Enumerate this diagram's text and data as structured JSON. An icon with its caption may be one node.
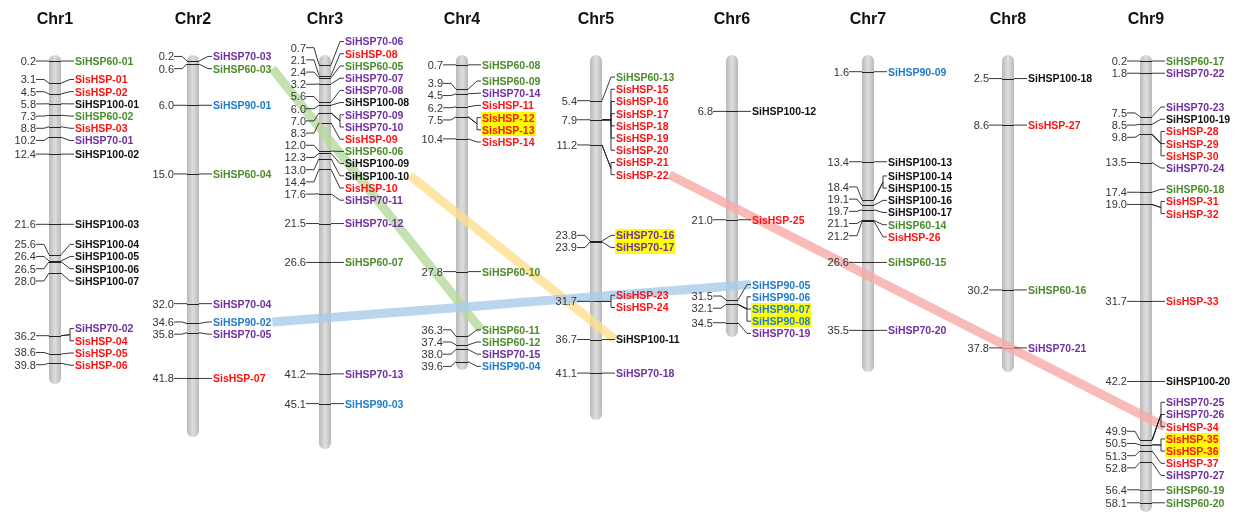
{
  "diagram": {
    "nodes": [
      {
        "text": [
          "Chr1"
        ]
      },
      {
        "text": [
          "SiHSP60-01"
        ]
      },
      {
        "text": [
          "SisHSP-01"
        ]
      },
      {
        "text": [
          "SisHSP-02"
        ]
      },
      {
        "text": [
          "SiHSP100-01"
        ]
      },
      {
        "text": [
          "SiHSP60-02"
        ]
      },
      {
        "text": [
          "SisHSP-03"
        ]
      },
      {
        "text": [
          "SiHSP70-01"
        ]
      },
      {
        "text": [
          "SiHSP100-02"
        ]
      },
      {
        "text": [
          "SiHSP100-03"
        ]
      },
      {
        "text": [
          "SiHSP100-04"
        ]
      },
      {
        "text": [
          "SiHSP100-05"
        ]
      },
      {
        "text": [
          "SiHSP100-06"
        ]
      },
      {
        "text": [
          "SiHSP100-07"
        ]
      },
      {
        "text": [
          "SiHSP70-02"
        ]
      },
      {
        "text": [
          "SisHSP-04"
        ]
      },
      {
        "text": [
          "SisHSP-05"
        ]
      },
      {
        "text": [
          "SisHSP-06"
        ]
      },
      {
        "text": [
          "Chr2"
        ]
      },
      {
        "text": [
          "SiHSP70-03"
        ]
      },
      {
        "text": [
          "SiHSP60-03"
        ]
      },
      {
        "text": [
          "SiHSP90-01"
        ]
      },
      {
        "text": [
          "SiHSP60-04"
        ]
      },
      {
        "text": [
          "SiHSP70-04"
        ]
      },
      {
        "text": [
          "SiHSP90-02"
        ]
      },
      {
        "text": [
          "SiHSP70-05"
        ]
      },
      {
        "text": [
          "SisHSP-07"
        ]
      },
      {
        "text": [
          "Chr3"
        ]
      },
      {
        "text": [
          "SiHSP70-06"
        ]
      },
      {
        "text": [
          "SisHSP-08"
        ]
      },
      {
        "text": [
          "SiHSP60-05"
        ]
      },
      {
        "text": [
          "SiHSP70-07"
        ]
      },
      {
        "text": [
          "SiHSP70-08"
        ]
      },
      {
        "text": [
          "SiHSP100-08"
        ]
      },
      {
        "text": [
          "SiHSP70-09"
        ]
      },
      {
        "text": [
          "SiHSP70-10"
        ]
      },
      {
        "text": [
          "SisHSP-09"
        ]
      },
      {
        "text": [
          "SiHSP60-06"
        ]
      },
      {
        "text": [
          "SiHSP100-09"
        ]
      },
      {
        "text": [
          "SiHSP100-10"
        ]
      },
      {
        "text": [
          "SisHSP-10"
        ]
      },
      {
        "text": [
          "SiHSP70-11"
        ]
      },
      {
        "text": [
          "SiHSP70-12"
        ]
      },
      {
        "text": [
          "SiHSP60-07"
        ]
      },
      {
        "text": [
          "SiHSP70-13"
        ]
      },
      {
        "text": [
          "SiHSP90-03"
        ]
      },
      {
        "text": [
          "Chr4"
        ]
      },
      {
        "text": [
          "SiHSP60-08"
        ]
      },
      {
        "text": [
          "SiHSP60-09"
        ]
      },
      {
        "text": [
          "SiHSP70-14"
        ]
      },
      {
        "text": [
          "SisHSP-11"
        ]
      },
      {
        "text": [
          "SisHSP-12"
        ]
      },
      {
        "text": [
          "SisHSP-13"
        ]
      },
      {
        "text": [
          "SisHSP-14"
        ]
      },
      {
        "text": [
          "SiHSP60-10"
        ]
      },
      {
        "text": [
          "SiHSP60-11"
        ]
      },
      {
        "text": [
          "SiHSP60-12"
        ]
      },
      {
        "text": [
          "SiHSP70-15"
        ]
      },
      {
        "text": [
          "SiHSP90-04"
        ]
      },
      {
        "text": [
          "Chr5"
        ]
      },
      {
        "text": [
          "SiHSP60-13"
        ]
      },
      {
        "text": [
          "SisHSP-15"
        ]
      },
      {
        "text": [
          "SisHSP-16"
        ]
      },
      {
        "text": [
          "SisHSP-17"
        ]
      },
      {
        "text": [
          "SisHSP-18"
        ]
      },
      {
        "text": [
          "SisHSP-19"
        ]
      },
      {
        "text": [
          "SisHSP-20"
        ]
      },
      {
        "text": [
          "SisHSP-21"
        ]
      },
      {
        "text": [
          "SisHSP-22"
        ]
      },
      {
        "text": [
          "SiHSP70-16"
        ]
      },
      {
        "text": [
          "SiHSP70-17"
        ]
      },
      {
        "text": [
          "SisHSP-23"
        ]
      },
      {
        "text": [
          "SisHSP-24"
        ]
      },
      {
        "text": [
          "SiHSP100-11"
        ]
      },
      {
        "text": [
          "SiHSP70-18"
        ]
      },
      {
        "text": [
          "Chr6"
        ]
      },
      {
        "text": [
          "SiHSP100-12"
        ]
      },
      {
        "text": [
          "SisHSP-25"
        ]
      },
      {
        "text": [
          "SiHSP90-05"
        ]
      },
      {
        "text": [
          "SiHSP90-06"
        ]
      },
      {
        "text": [
          "SiHSP90-07"
        ]
      },
      {
        "text": [
          "SiHSP90-08"
        ]
      },
      {
        "text": [
          "SiHSP70-19"
        ]
      },
      {
        "text": [
          "Chr7"
        ]
      },
      {
        "text": [
          "SiHSP90-09"
        ]
      },
      {
        "text": [
          "SiHSP100-13"
        ]
      },
      {
        "text": [
          "SiHSP100-14"
        ]
      },
      {
        "text": [
          "SiHSP100-15"
        ]
      },
      {
        "text": [
          "SiHSP100-16"
        ]
      },
      {
        "text": [
          "SiHSP100-17"
        ]
      },
      {
        "text": [
          "SiHSP60-14"
        ]
      },
      {
        "text": [
          "SisHSP-26"
        ]
      },
      {
        "text": [
          "SiHSP60-15"
        ]
      },
      {
        "text": [
          "SiHSP70-20"
        ]
      },
      {
        "text": [
          "Chr8"
        ]
      },
      {
        "text": [
          "SiHSP100-18"
        ]
      },
      {
        "text": [
          "SisHSP-27"
        ]
      },
      {
        "text": [
          "SiHSP60-16"
        ]
      },
      {
        "text": [
          "SiHSP70-21"
        ]
      },
      {
        "text": [
          "Chr9"
        ]
      },
      {
        "text": [
          "SiHSP60-17"
        ]
      },
      {
        "text": [
          "SiHSP70-22"
        ]
      },
      {
        "text": [
          "SiHSP70-23"
        ]
      },
      {
        "text": [
          "SiHSP100-19"
        ]
      },
      {
        "text": [
          "SisHSP-28"
        ]
      },
      {
        "text": [
          "SisHSP-29"
        ]
      },
      {
        "text": [
          "SisHSP-30"
        ]
      },
      {
        "text": [
          "SiHSP70-24"
        ]
      },
      {
        "text": [
          "SiHSP60-18"
        ]
      },
      {
        "text": [
          "SisHSP-31"
        ]
      },
      {
        "text": [
          "SisHSP-32"
        ]
      },
      {
        "text": [
          "SisHSP-33"
        ]
      },
      {
        "text": [
          "SiHSP100-20"
        ]
      },
      {
        "text": [
          "SiHSP70-25"
        ]
      },
      {
        "text": [
          "SiHSP70-26"
        ]
      },
      {
        "text": [
          "SisHSP-34"
        ]
      },
      {
        "text": [
          "SisHSP-35"
        ]
      },
      {
        "text": [
          "SisHSP-36"
        ]
      },
      {
        "text": [
          "SisHSP-37"
        ]
      },
      {
        "text": [
          "SiHSP70-27"
        ]
      },
      {
        "text": [
          "SiHSP60-19"
        ]
      },
      {
        "text": [
          "SiHSP60-20"
        ]
      },
      {
        "text": [
          "0.2"
        ]
      },
      {
        "text": [
          "3.1"
        ]
      },
      {
        "text": [
          "4.5"
        ]
      },
      {
        "text": [
          "5.8"
        ]
      },
      {
        "text": [
          "7.3"
        ]
      },
      {
        "text": [
          "8.8"
        ]
      },
      {
        "text": [
          "10.2"
        ]
      },
      {
        "text": [
          "12.4"
        ]
      },
      {
        "text": [
          "21.6"
        ]
      },
      {
        "text": [
          "25.6"
        ]
      },
      {
        "text": [
          "26.4"
        ]
      },
      {
        "text": [
          "26.5"
        ]
      },
      {
        "text": [
          "28.0"
        ]
      },
      {
        "text": [
          "36.2"
        ]
      },
      {
        "text": [
          "38.6"
        ]
      },
      {
        "text": [
          "39.8"
        ]
      },
      {
        "text": [
          "0.2"
        ]
      },
      {
        "text": [
          "0.6"
        ]
      },
      {
        "text": [
          "6.0"
        ]
      },
      {
        "text": [
          "15.0"
        ]
      },
      {
        "text": [
          "32.0"
        ]
      },
      {
        "text": [
          "34.6"
        ]
      },
      {
        "text": [
          "35.8"
        ]
      },
      {
        "text": [
          "41.8"
        ]
      },
      {
        "text": [
          "0.7"
        ]
      },
      {
        "text": [
          "2.1"
        ]
      },
      {
        "text": [
          "2.4"
        ]
      },
      {
        "text": [
          "3.2"
        ]
      },
      {
        "text": [
          "5.6"
        ]
      },
      {
        "text": [
          "6.0"
        ]
      },
      {
        "text": [
          "7.0"
        ]
      },
      {
        "text": [
          "8.3"
        ]
      },
      {
        "text": [
          "12.0"
        ]
      },
      {
        "text": [
          "12.3"
        ]
      },
      {
        "text": [
          "13.0"
        ]
      },
      {
        "text": [
          "14.4"
        ]
      },
      {
        "text": [
          "17.6"
        ]
      },
      {
        "text": [
          "21.5"
        ]
      },
      {
        "text": [
          "26.6"
        ]
      },
      {
        "text": [
          "41.2"
        ]
      },
      {
        "text": [
          "45.1"
        ]
      },
      {
        "text": [
          "0.7"
        ]
      },
      {
        "text": [
          "3.9"
        ]
      },
      {
        "text": [
          "4.5"
        ]
      },
      {
        "text": [
          "6.2"
        ]
      },
      {
        "text": [
          "7.5"
        ]
      },
      {
        "text": [
          "10.4"
        ]
      },
      {
        "text": [
          "27.8"
        ]
      },
      {
        "text": [
          "36.3"
        ]
      },
      {
        "text": [
          "37.4"
        ]
      },
      {
        "text": [
          "38.0"
        ]
      },
      {
        "text": [
          "39.6"
        ]
      },
      {
        "text": [
          "5.4"
        ]
      },
      {
        "text": [
          "7.9"
        ]
      },
      {
        "text": [
          "11.2"
        ]
      },
      {
        "text": [
          "23.8"
        ]
      },
      {
        "text": [
          "23.9"
        ]
      },
      {
        "text": [
          "31.7"
        ]
      },
      {
        "text": [
          "36.7"
        ]
      },
      {
        "text": [
          "41.1"
        ]
      },
      {
        "text": [
          "6.8"
        ]
      },
      {
        "text": [
          "21.0"
        ]
      },
      {
        "text": [
          "31.5"
        ]
      },
      {
        "text": [
          "32.1"
        ]
      },
      {
        "text": [
          "34.5"
        ]
      },
      {
        "text": [
          "1.6"
        ]
      },
      {
        "text": [
          "13.4"
        ]
      },
      {
        "text": [
          "18.4"
        ]
      },
      {
        "text": [
          "19.1"
        ]
      },
      {
        "text": [
          "19.7"
        ]
      },
      {
        "text": [
          "21.1"
        ]
      },
      {
        "text": [
          "21.2"
        ]
      },
      {
        "text": [
          "26.6"
        ]
      },
      {
        "text": [
          "35.5"
        ]
      },
      {
        "text": [
          "2.5"
        ]
      },
      {
        "text": [
          "8.6"
        ]
      },
      {
        "text": [
          "30.2"
        ]
      },
      {
        "text": [
          "37.8"
        ]
      },
      {
        "text": [
          "0.2"
        ]
      },
      {
        "text": [
          "1.8"
        ]
      },
      {
        "text": [
          "7.5"
        ]
      },
      {
        "text": [
          "8.5"
        ]
      },
      {
        "text": [
          "9.8"
        ]
      },
      {
        "text": [
          "13.5"
        ]
      },
      {
        "text": [
          "17.4"
        ]
      },
      {
        "text": [
          "19.0"
        ]
      },
      {
        "text": [
          "31.7"
        ]
      },
      {
        "text": [
          "42.2"
        ]
      },
      {
        "text": [
          "49.9"
        ]
      },
      {
        "text": [
          "50.5"
        ]
      },
      {
        "text": [
          "51.3"
        ]
      },
      {
        "text": [
          "52.8"
        ]
      },
      {
        "text": [
          "56.4"
        ]
      },
      {
        "text": [
          "58.1"
        ]
      }
    ],
    "edges": [
      {
        "from": 20,
        "to": 55,
        "arrow": "none",
        "style": "thick",
        "color": "#b5d99c"
      },
      {
        "from": 39,
        "to": 73,
        "arrow": "none",
        "style": "thick",
        "color": "#fde08f"
      },
      {
        "from": 24,
        "to": 78,
        "arrow": "none",
        "style": "thick",
        "color": "#a9cbea"
      },
      {
        "from": 68,
        "to": 115,
        "arrow": "none",
        "style": "thick",
        "color": "#f7a9a9"
      },
      {
        "from": 1,
        "to": 0,
        "arrow": "none"
      },
      {
        "from": 2,
        "to": 0,
        "arrow": "none"
      },
      {
        "from": 3,
        "to": 0,
        "arrow": "none"
      },
      {
        "from": 4,
        "to": 0,
        "arrow": "none"
      },
      {
        "from": 5,
        "to": 0,
        "arrow": "none"
      },
      {
        "from": 6,
        "to": 0,
        "arrow": "none"
      },
      {
        "from": 7,
        "to": 0,
        "arrow": "none"
      },
      {
        "from": 8,
        "to": 0,
        "arrow": "none"
      },
      {
        "from": 9,
        "to": 0,
        "arrow": "none"
      },
      {
        "from": 10,
        "to": 0,
        "arrow": "none"
      },
      {
        "from": 11,
        "to": 0,
        "arrow": "none"
      },
      {
        "from": 12,
        "to": 0,
        "arrow": "none"
      },
      {
        "from": 13,
        "to": 0,
        "arrow": "none"
      },
      {
        "from": 14,
        "to": 0,
        "arrow": "none"
      },
      {
        "from": 15,
        "to": 0,
        "arrow": "none"
      },
      {
        "from": 16,
        "to": 0,
        "arrow": "none"
      },
      {
        "from": 17,
        "to": 0,
        "arrow": "none"
      },
      {
        "from": 19,
        "to": 18,
        "arrow": "none"
      },
      {
        "from": 20,
        "to": 18,
        "arrow": "none"
      },
      {
        "from": 21,
        "to": 18,
        "arrow": "none"
      },
      {
        "from": 22,
        "to": 18,
        "arrow": "none"
      },
      {
        "from": 23,
        "to": 18,
        "arrow": "none"
      },
      {
        "from": 24,
        "to": 18,
        "arrow": "none"
      },
      {
        "from": 25,
        "to": 18,
        "arrow": "none"
      },
      {
        "from": 26,
        "to": 18,
        "arrow": "none"
      },
      {
        "from": 28,
        "to": 27,
        "arrow": "none"
      },
      {
        "from": 29,
        "to": 27,
        "arrow": "none"
      },
      {
        "from": 30,
        "to": 27,
        "arrow": "none"
      },
      {
        "from": 31,
        "to": 27,
        "arrow": "none"
      },
      {
        "from": 32,
        "to": 27,
        "arrow": "none"
      },
      {
        "from": 33,
        "to": 27,
        "arrow": "none"
      },
      {
        "from": 34,
        "to": 27,
        "arrow": "none"
      },
      {
        "from": 35,
        "to": 27,
        "arrow": "none"
      },
      {
        "from": 36,
        "to": 27,
        "arrow": "none"
      },
      {
        "from": 37,
        "to": 27,
        "arrow": "none"
      },
      {
        "from": 38,
        "to": 27,
        "arrow": "none"
      },
      {
        "from": 39,
        "to": 27,
        "arrow": "none"
      },
      {
        "from": 40,
        "to": 27,
        "arrow": "none"
      },
      {
        "from": 41,
        "to": 27,
        "arrow": "none"
      },
      {
        "from": 42,
        "to": 27,
        "arrow": "none"
      },
      {
        "from": 43,
        "to": 27,
        "arrow": "none"
      },
      {
        "from": 44,
        "to": 27,
        "arrow": "none"
      },
      {
        "from": 45,
        "to": 27,
        "arrow": "none"
      },
      {
        "from": 47,
        "to": 46,
        "arrow": "none"
      },
      {
        "from": 48,
        "to": 46,
        "arrow": "none"
      },
      {
        "from": 49,
        "to": 46,
        "arrow": "none"
      },
      {
        "from": 50,
        "to": 46,
        "arrow": "none"
      },
      {
        "from": 51,
        "to": 46,
        "arrow": "none"
      },
      {
        "from": 52,
        "to": 46,
        "arrow": "none"
      },
      {
        "from": 53,
        "to": 46,
        "arrow": "none"
      },
      {
        "from": 54,
        "to": 46,
        "arrow": "none"
      },
      {
        "from": 55,
        "to": 46,
        "arrow": "none"
      },
      {
        "from": 56,
        "to": 46,
        "arrow": "none"
      },
      {
        "from": 57,
        "to": 46,
        "arrow": "none"
      },
      {
        "from": 58,
        "to": 46,
        "arrow": "none"
      },
      {
        "from": 60,
        "to": 59,
        "arrow": "none"
      },
      {
        "from": 61,
        "to": 59,
        "arrow": "none"
      },
      {
        "from": 62,
        "to": 59,
        "arrow": "none"
      },
      {
        "from": 63,
        "to": 59,
        "arrow": "none"
      },
      {
        "from": 64,
        "to": 59,
        "arrow": "none"
      },
      {
        "from": 65,
        "to": 59,
        "arrow": "none"
      },
      {
        "from": 66,
        "to": 59,
        "arrow": "none"
      },
      {
        "from": 67,
        "to": 59,
        "arrow": "none"
      },
      {
        "from": 68,
        "to": 59,
        "arrow": "none"
      },
      {
        "from": 69,
        "to": 59,
        "arrow": "none"
      },
      {
        "from": 70,
        "to": 59,
        "arrow": "none"
      },
      {
        "from": 71,
        "to": 59,
        "arrow": "none"
      },
      {
        "from": 72,
        "to": 59,
        "arrow": "none"
      },
      {
        "from": 73,
        "to": 59,
        "arrow": "none"
      },
      {
        "from": 74,
        "to": 59,
        "arrow": "none"
      },
      {
        "from": 76,
        "to": 75,
        "arrow": "none"
      },
      {
        "from": 77,
        "to": 75,
        "arrow": "none"
      },
      {
        "from": 78,
        "to": 75,
        "arrow": "none"
      },
      {
        "from": 79,
        "to": 75,
        "arrow": "none"
      },
      {
        "from": 80,
        "to": 75,
        "arrow": "none"
      },
      {
        "from": 81,
        "to": 75,
        "arrow": "none"
      },
      {
        "from": 82,
        "to": 75,
        "arrow": "none"
      },
      {
        "from": 84,
        "to": 83,
        "arrow": "none"
      },
      {
        "from": 85,
        "to": 83,
        "arrow": "none"
      },
      {
        "from": 86,
        "to": 83,
        "arrow": "none"
      },
      {
        "from": 87,
        "to": 83,
        "arrow": "none"
      },
      {
        "from": 88,
        "to": 83,
        "arrow": "none"
      },
      {
        "from": 89,
        "to": 83,
        "arrow": "none"
      },
      {
        "from": 90,
        "to": 83,
        "arrow": "none"
      },
      {
        "from": 91,
        "to": 83,
        "arrow": "none"
      },
      {
        "from": 92,
        "to": 83,
        "arrow": "none"
      },
      {
        "from": 93,
        "to": 83,
        "arrow": "none"
      },
      {
        "from": 95,
        "to": 94,
        "arrow": "none"
      },
      {
        "from": 96,
        "to": 94,
        "arrow": "none"
      },
      {
        "from": 97,
        "to": 94,
        "arrow": "none"
      },
      {
        "from": 98,
        "to": 94,
        "arrow": "none"
      },
      {
        "from": 100,
        "to": 99,
        "arrow": "none"
      },
      {
        "from": 101,
        "to": 99,
        "arrow": "none"
      },
      {
        "from": 102,
        "to": 99,
        "arrow": "none"
      },
      {
        "from": 103,
        "to": 99,
        "arrow": "none"
      },
      {
        "from": 104,
        "to": 99,
        "arrow": "none"
      },
      {
        "from": 105,
        "to": 99,
        "arrow": "none"
      },
      {
        "from": 106,
        "to": 99,
        "arrow": "none"
      },
      {
        "from": 107,
        "to": 99,
        "arrow": "none"
      },
      {
        "from": 108,
        "to": 99,
        "arrow": "none"
      },
      {
        "from": 109,
        "to": 99,
        "arrow": "none"
      },
      {
        "from": 110,
        "to": 99,
        "arrow": "none"
      },
      {
        "from": 111,
        "to": 99,
        "arrow": "none"
      },
      {
        "from": 112,
        "to": 99,
        "arrow": "none"
      },
      {
        "from": 113,
        "to": 99,
        "arrow": "none"
      },
      {
        "from": 114,
        "to": 99,
        "arrow": "none"
      },
      {
        "from": 115,
        "to": 99,
        "arrow": "none"
      },
      {
        "from": 116,
        "to": 99,
        "arrow": "none"
      },
      {
        "from": 117,
        "to": 99,
        "arrow": "none"
      },
      {
        "from": 118,
        "to": 99,
        "arrow": "none"
      },
      {
        "from": 119,
        "to": 99,
        "arrow": "none"
      },
      {
        "from": 120,
        "to": 99,
        "arrow": "none"
      },
      {
        "from": 121,
        "to": 99,
        "arrow": "none"
      },
      {
        "from": 122,
        "to": 0,
        "arrow": "none"
      },
      {
        "from": 123,
        "to": 0,
        "arrow": "none"
      },
      {
        "from": 124,
        "to": 0,
        "arrow": "none"
      },
      {
        "from": 125,
        "to": 0,
        "arrow": "none"
      },
      {
        "from": 126,
        "to": 0,
        "arrow": "none"
      },
      {
        "from": 127,
        "to": 0,
        "arrow": "none"
      },
      {
        "from": 128,
        "to": 0,
        "arrow": "none"
      },
      {
        "from": 129,
        "to": 0,
        "arrow": "none"
      },
      {
        "from": 130,
        "to": 0,
        "arrow": "none"
      },
      {
        "from": 131,
        "to": 0,
        "arrow": "none"
      },
      {
        "from": 132,
        "to": 0,
        "arrow": "none"
      },
      {
        "from": 133,
        "to": 0,
        "arrow": "none"
      },
      {
        "from": 134,
        "to": 0,
        "arrow": "none"
      },
      {
        "from": 135,
        "to": 0,
        "arrow": "none"
      },
      {
        "from": 136,
        "to": 0,
        "arrow": "none"
      },
      {
        "from": 137,
        "to": 0,
        "arrow": "none"
      },
      {
        "from": 138,
        "to": 18,
        "arrow": "none"
      },
      {
        "from": 139,
        "to": 18,
        "arrow": "none"
      },
      {
        "from": 140,
        "to": 18,
        "arrow": "none"
      },
      {
        "from": 141,
        "to": 18,
        "arrow": "none"
      },
      {
        "from": 142,
        "to": 18,
        "arrow": "none"
      },
      {
        "from": 143,
        "to": 18,
        "arrow": "none"
      },
      {
        "from": 144,
        "to": 18,
        "arrow": "none"
      },
      {
        "from": 145,
        "to": 18,
        "arrow": "none"
      },
      {
        "from": 146,
        "to": 27,
        "arrow": "none"
      },
      {
        "from": 147,
        "to": 27,
        "arrow": "none"
      },
      {
        "from": 148,
        "to": 27,
        "arrow": "none"
      },
      {
        "from": 149,
        "to": 27,
        "arrow": "none"
      },
      {
        "from": 150,
        "to": 27,
        "arrow": "none"
      },
      {
        "from": 151,
        "to": 27,
        "arrow": "none"
      },
      {
        "from": 152,
        "to": 27,
        "arrow": "none"
      },
      {
        "from": 153,
        "to": 27,
        "arrow": "none"
      },
      {
        "from": 154,
        "to": 27,
        "arrow": "none"
      },
      {
        "from": 155,
        "to": 27,
        "arrow": "none"
      },
      {
        "from": 156,
        "to": 27,
        "arrow": "none"
      },
      {
        "from": 157,
        "to": 27,
        "arrow": "none"
      },
      {
        "from": 158,
        "to": 27,
        "arrow": "none"
      },
      {
        "from": 159,
        "to": 27,
        "arrow": "none"
      },
      {
        "from": 160,
        "to": 27,
        "arrow": "none"
      },
      {
        "from": 161,
        "to": 27,
        "arrow": "none"
      },
      {
        "from": 162,
        "to": 27,
        "arrow": "none"
      },
      {
        "from": 163,
        "to": 46,
        "arrow": "none"
      },
      {
        "from": 164,
        "to": 46,
        "arrow": "none"
      },
      {
        "from": 165,
        "to": 46,
        "arrow": "none"
      },
      {
        "from": 166,
        "to": 46,
        "arrow": "none"
      },
      {
        "from": 167,
        "to": 46,
        "arrow": "none"
      },
      {
        "from": 168,
        "to": 46,
        "arrow": "none"
      },
      {
        "from": 169,
        "to": 46,
        "arrow": "none"
      },
      {
        "from": 170,
        "to": 46,
        "arrow": "none"
      },
      {
        "from": 171,
        "to": 46,
        "arrow": "none"
      },
      {
        "from": 172,
        "to": 46,
        "arrow": "none"
      },
      {
        "from": 173,
        "to": 46,
        "arrow": "none"
      },
      {
        "from": 174,
        "to": 59,
        "arrow": "none"
      },
      {
        "from": 175,
        "to": 59,
        "arrow": "none"
      },
      {
        "from": 176,
        "to": 59,
        "arrow": "none"
      },
      {
        "from": 177,
        "to": 59,
        "arrow": "none"
      },
      {
        "from": 178,
        "to": 59,
        "arrow": "none"
      },
      {
        "from": 179,
        "to": 59,
        "arrow": "none"
      },
      {
        "from": 180,
        "to": 59,
        "arrow": "none"
      },
      {
        "from": 181,
        "to": 59,
        "arrow": "none"
      },
      {
        "from": 182,
        "to": 75,
        "arrow": "none"
      },
      {
        "from": 183,
        "to": 75,
        "arrow": "none"
      },
      {
        "from": 184,
        "to": 75,
        "arrow": "none"
      },
      {
        "from": 185,
        "to": 75,
        "arrow": "none"
      },
      {
        "from": 186,
        "to": 75,
        "arrow": "none"
      },
      {
        "from": 187,
        "to": 83,
        "arrow": "none"
      },
      {
        "from": 188,
        "to": 83,
        "arrow": "none"
      },
      {
        "from": 189,
        "to": 83,
        "arrow": "none"
      },
      {
        "from": 190,
        "to": 83,
        "arrow": "none"
      },
      {
        "from": 191,
        "to": 83,
        "arrow": "none"
      },
      {
        "from": 192,
        "to": 83,
        "arrow": "none"
      },
      {
        "from": 193,
        "to": 83,
        "arrow": "none"
      },
      {
        "from": 194,
        "to": 83,
        "arrow": "none"
      },
      {
        "from": 195,
        "to": 83,
        "arrow": "none"
      },
      {
        "from": 196,
        "to": 94,
        "arrow": "none"
      },
      {
        "from": 197,
        "to": 94,
        "arrow": "none"
      },
      {
        "from": 198,
        "to": 94,
        "arrow": "none"
      },
      {
        "from": 199,
        "to": 94,
        "arrow": "none"
      },
      {
        "from": 200,
        "to": 99,
        "arrow": "none"
      },
      {
        "from": 201,
        "to": 99,
        "arrow": "none"
      },
      {
        "from": 202,
        "to": 99,
        "arrow": "none"
      },
      {
        "from": 203,
        "to": 99,
        "arrow": "none"
      },
      {
        "from": 204,
        "to": 99,
        "arrow": "none"
      },
      {
        "from": 205,
        "to": 99,
        "arrow": "none"
      },
      {
        "from": 206,
        "to": 99,
        "arrow": "none"
      },
      {
        "from": 207,
        "to": 99,
        "arrow": "none"
      },
      {
        "from": 208,
        "to": 99,
        "arrow": "none"
      },
      {
        "from": 209,
        "to": 99,
        "arrow": "none"
      },
      {
        "from": 210,
        "to": 99,
        "arrow": "none"
      },
      {
        "from": 211,
        "to": 99,
        "arrow": "none"
      },
      {
        "from": 212,
        "to": 99,
        "arrow": "none"
      },
      {
        "from": 213,
        "to": 99,
        "arrow": "none"
      },
      {
        "from": 214,
        "to": 99,
        "arrow": "none"
      },
      {
        "from": 215,
        "to": 99,
        "arrow": "none"
      }
    ]
  }
}
